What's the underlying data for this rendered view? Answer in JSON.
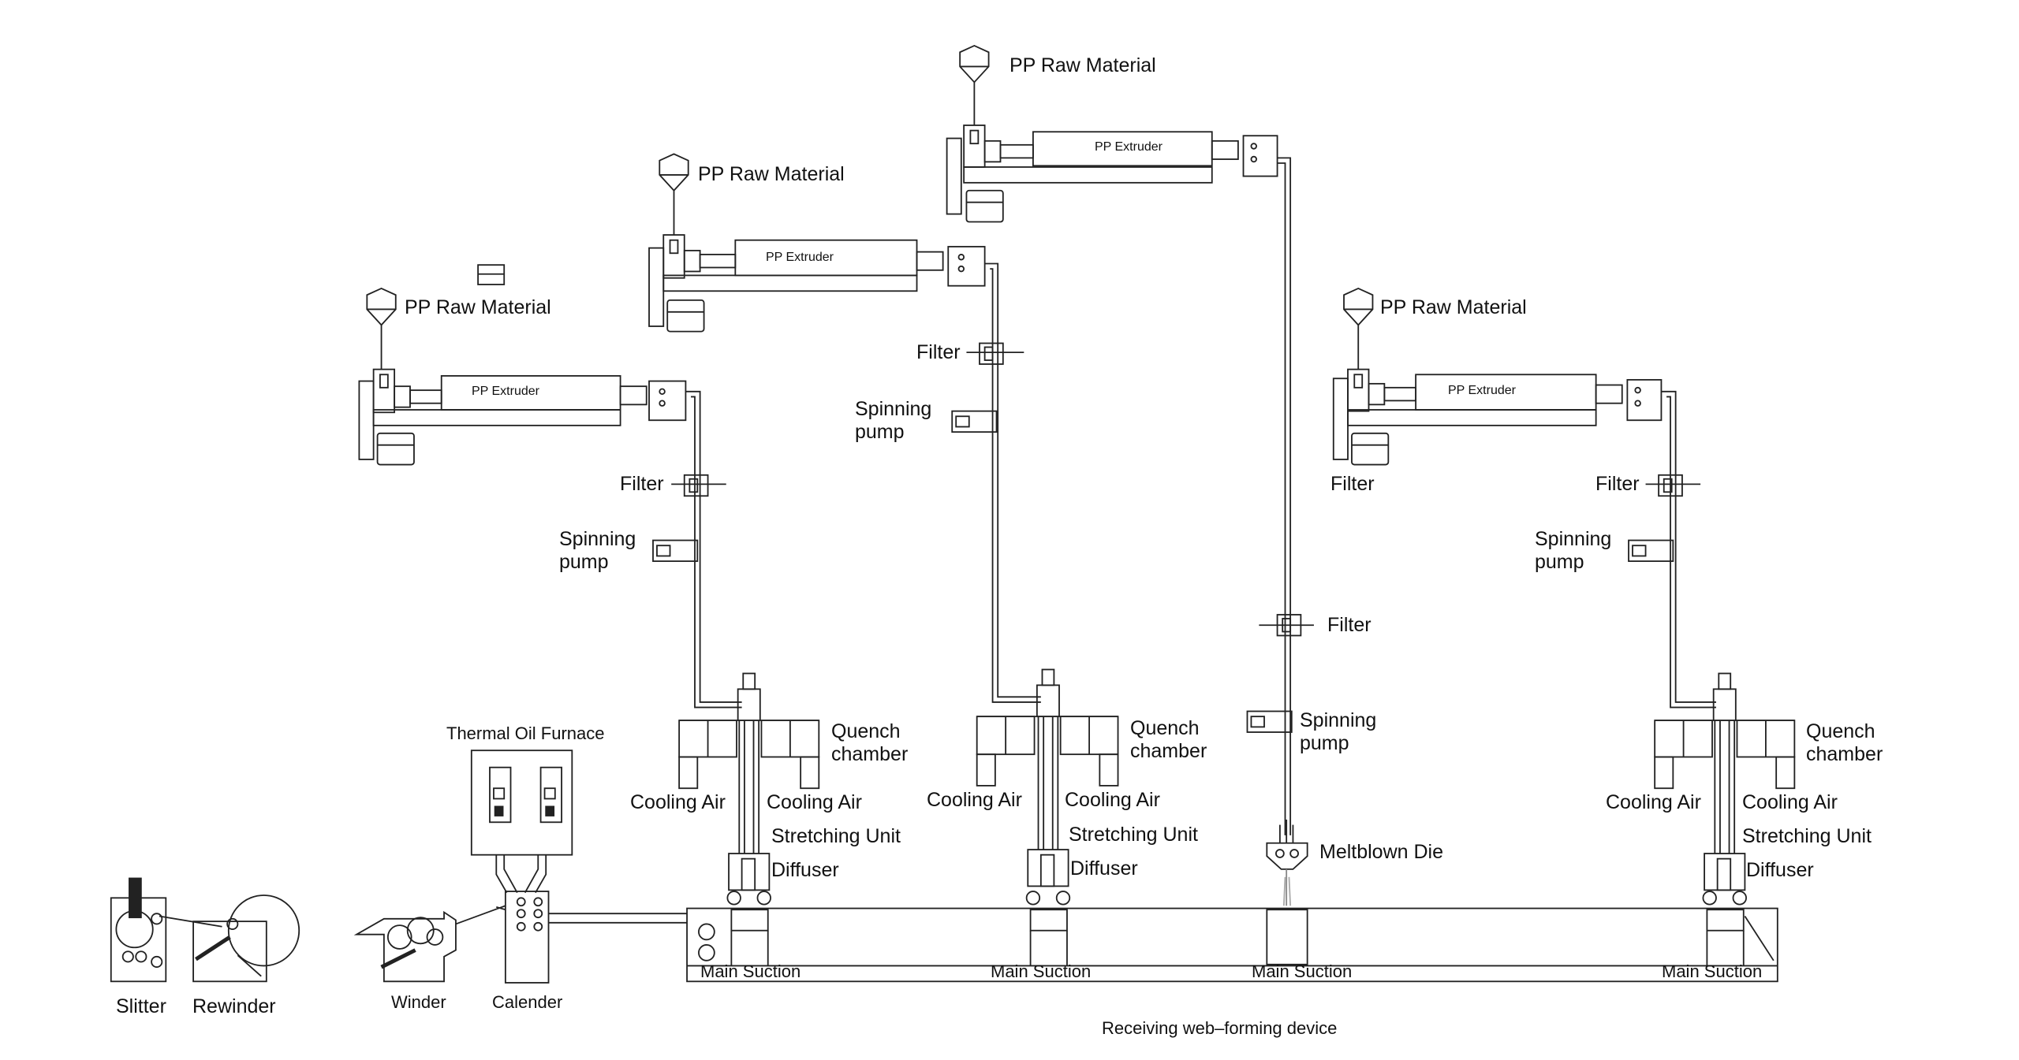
{
  "figure": {
    "title": "Receiving web–forming device"
  },
  "lines": [
    {
      "name": "line-1",
      "raw_material": "PP Raw Material",
      "extruder": "PP  Extruder",
      "filter": "Filter",
      "pump": "Spinning\npump",
      "quench": "Quench\nchamber",
      "cooling_left": "Cooling Air",
      "cooling_right": "Cooling Air",
      "stretching": "Stretching Unit",
      "diffuser": "Diffuser",
      "suction": "Main Suction"
    },
    {
      "name": "line-2",
      "raw_material": "PP Raw Material",
      "extruder": "PP  Extruder",
      "filter": "Filter",
      "pump": "Spinning\npump",
      "quench": "Quench\nchamber",
      "cooling_left": "Cooling Air",
      "cooling_right": "Cooling Air",
      "stretching": "Stretching Unit",
      "diffuser": "Diffuser",
      "suction": "Main Suction"
    },
    {
      "name": "meltblown-line",
      "raw_material": "PP Raw Material",
      "extruder": "PP Extruder",
      "filter": "Filter",
      "pump": "Spinning\npump",
      "die": "Meltblown Die",
      "suction": "Main Suction"
    },
    {
      "name": "line-4",
      "raw_material": "PP Raw Material",
      "extruder": "PP Extruder",
      "filter_top": "Filter",
      "filter": "Filter",
      "pump": "Spinning\npump",
      "quench": "Quench\nchamber",
      "cooling_left": "Cooling Air",
      "cooling_right": "Cooling Air",
      "stretching": "Stretching Unit",
      "diffuser": "Diffuser",
      "suction": "Main Suction"
    }
  ],
  "equipment": {
    "furnace": "Thermal Oil Furnace",
    "winder": "Winder",
    "calender": "Calender",
    "slitter": "Slitter",
    "rewinder": "Rewinder"
  }
}
